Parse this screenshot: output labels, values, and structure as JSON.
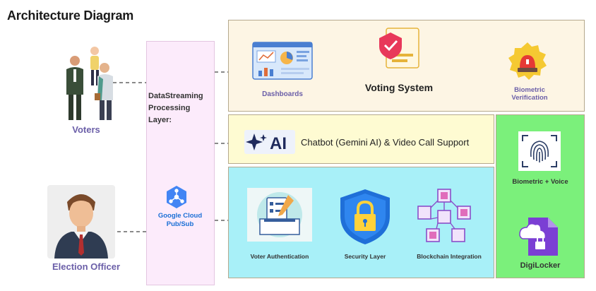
{
  "title": "Architecture Diagram",
  "actors": {
    "voters": "Voters",
    "election_officer": "Election Officer"
  },
  "streaming_layer": {
    "line1": "DataStreaming",
    "line2": "Processing",
    "line3": "Layer:",
    "pubsub_line1": "Google Cloud",
    "pubsub_line2": "Pub/Sub"
  },
  "top_panel": {
    "dashboards": "Dashboards",
    "voting_system": "Voting  System",
    "biometric_line1": "Biometric",
    "biometric_line2": "Verification"
  },
  "chatbot_panel": {
    "ai_text": "AI",
    "label": "Chatbot (Gemini AI) & Video Call Support"
  },
  "security_panel": {
    "voter_auth": "Voter Authentication",
    "security_layer": "Security Layer",
    "blockchain": "Blockchain Integration"
  },
  "side_panel": {
    "biometric_voice": "Biometric + Voice",
    "digilocker": "DigiLocker"
  },
  "colors": {
    "streaming_bg": "#fcebfb",
    "top_panel_bg": "#fdf5e4",
    "chatbot_bg": "#fefbd2",
    "security_bg": "#a8f0f8",
    "side_panel_bg": "#7bf07b",
    "actor_label": "#6b5fa8",
    "pubsub_blue": "#1a6fd6"
  },
  "icons": [
    "voters-group-icon",
    "election-officer-icon",
    "pubsub-icon",
    "dashboard-icon",
    "ballot-check-icon",
    "alarm-light-icon",
    "ai-sparkle-icon",
    "ballot-box-icon",
    "padlock-shield-icon",
    "blockchain-cubes-icon",
    "fingerprint-icon",
    "digilocker-folder-icon"
  ]
}
